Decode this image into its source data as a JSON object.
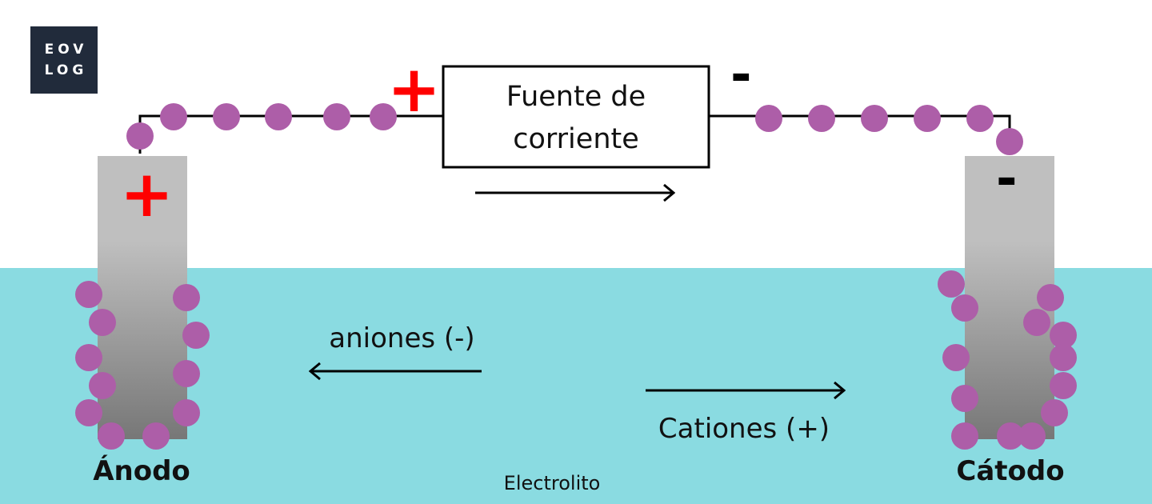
{
  "logo": {
    "line1": "EOV",
    "line2": "LOG"
  },
  "source": {
    "line1": "Fuente de",
    "line2": "corriente"
  },
  "anode": {
    "label": "Ánodo",
    "sign": "+"
  },
  "cathode": {
    "label": "Cátodo",
    "sign": "-"
  },
  "source_terminals": {
    "positive": "+",
    "negative": "-"
  },
  "electrolyte": {
    "label": "Electrolito"
  },
  "ion_flows": {
    "anions": {
      "label": "aniones (-)",
      "direction": "left"
    },
    "cations": {
      "label": "Cationes (+)",
      "direction": "right"
    }
  },
  "current_direction": "right",
  "colors": {
    "electrolyte": "#8adbe1",
    "electron": "#ad5ea8",
    "positive_sign": "#ff0000",
    "negative_sign": "#000000",
    "electrode_top": "#bfbfbf",
    "electrode_bottom": "#777777",
    "logo_bg": "#212b3b"
  }
}
